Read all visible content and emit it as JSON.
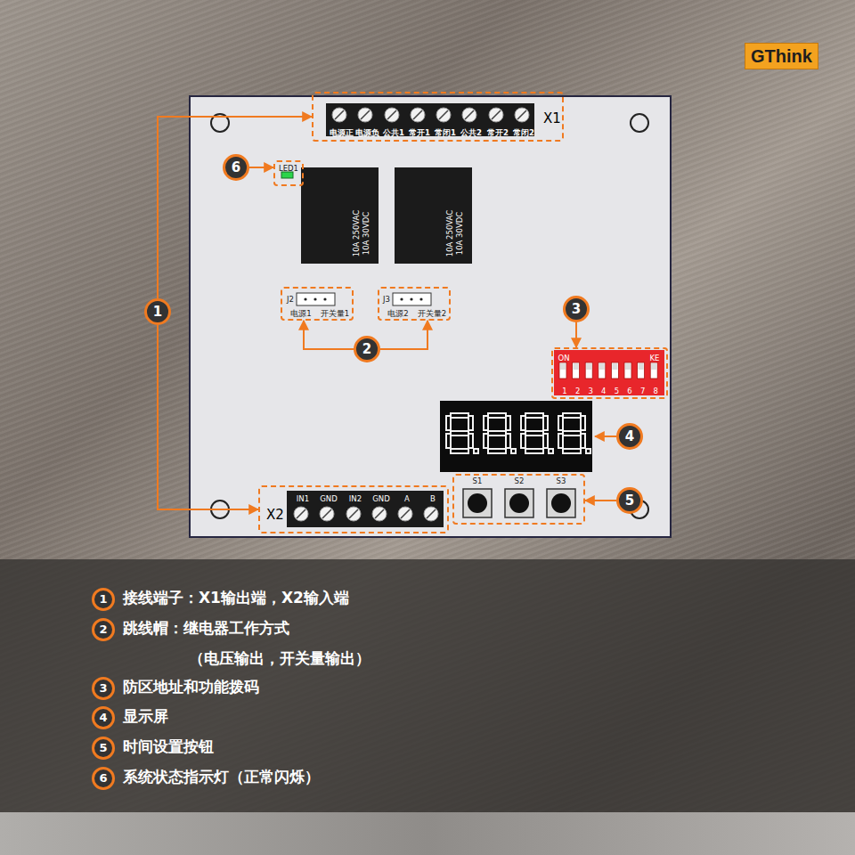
{
  "diagram": {
    "nodes": [
      {
        "text": [
          "电源正",
          "电源负",
          "公共1",
          "常开1",
          "常闭1",
          "公共2",
          "常开2",
          "常闭2",
          "X1"
        ]
      },
      {
        "text": [
          "6"
        ]
      },
      {
        "text": [
          "LED1"
        ]
      },
      {
        "text": [
          "J2",
          "电源1",
          "开关量1"
        ]
      },
      {
        "text": [
          "J3",
          "电源2",
          "开关量2"
        ]
      },
      {
        "text": [
          "1"
        ]
      },
      {
        "text": [
          "3"
        ]
      },
      {
        "text": [
          "2"
        ]
      },
      {
        "text": [
          "ON",
          "KE",
          "1",
          "2",
          "3",
          "4",
          "5",
          "6",
          "7",
          "8"
        ]
      },
      {
        "text": [
          "4"
        ]
      },
      {
        "text": [
          "S1",
          "S2",
          "S3"
        ]
      },
      {
        "text": [
          "5"
        ]
      },
      {
        "text": [
          "IN1",
          "GND",
          "IN2",
          "GND",
          "A",
          "B",
          "X2"
        ]
      }
    ],
    "edges": [
      {
        "from": 5,
        "to": 0,
        "arrow": "to"
      },
      {
        "from": 5,
        "to": 12,
        "arrow": "to"
      },
      {
        "from": 1,
        "to": 2,
        "arrow": "to"
      },
      {
        "from": 7,
        "to": 3,
        "arrow": "to"
      },
      {
        "from": 7,
        "to": 4,
        "arrow": "to"
      },
      {
        "from": 6,
        "to": 8,
        "arrow": "to"
      },
      {
        "from": 11,
        "to": 10,
        "arrow": "to"
      }
    ],
    "labels": [
      "GThink",
      "10A 250VAC",
      "10A 30VDC",
      "10A 250VAC",
      "10A 30VDC",
      "1",
      "接线端子：X1输出端，X2输入端",
      "2",
      "跳线帽：继电器工作方式",
      "（电压输出，开关量输出）",
      "3",
      "防区地址和功能拨码",
      "4",
      "显示屏",
      "5",
      "时间设置按钮",
      "6",
      "系统状态指示灯（正常闪烁）"
    ]
  }
}
